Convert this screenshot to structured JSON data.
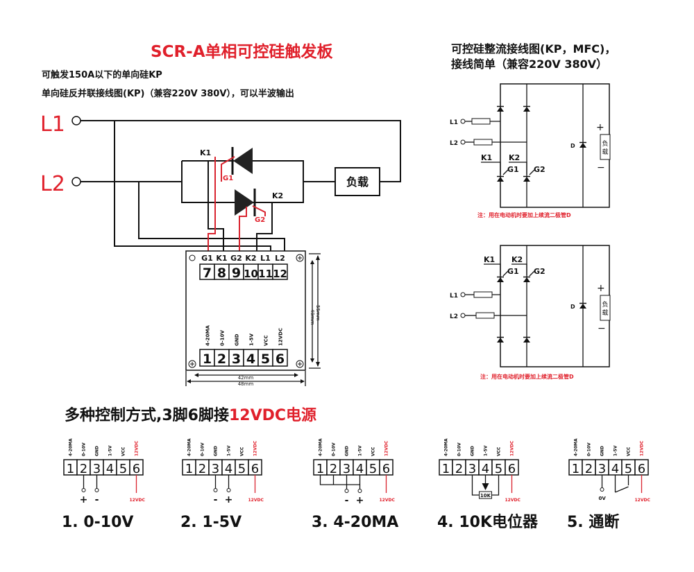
{
  "main_title": "SCR-A单相可控硅触发板",
  "subtitle_line1": "可触发150A以下的单向硅KP",
  "subtitle_line2": "单向硅反并联接线图(KP)（兼容220V 380V），可以半波输出",
  "right_title_line1": "可控硅整流接线图(KP，MFC)，",
  "right_title_line2": "接线简单（兼容220V 380V）",
  "main_circuit": {
    "l1": "L1",
    "l2": "L2",
    "load": "负载",
    "k1": "K1",
    "k2": "K2",
    "g1": "G1",
    "g2": "G2"
  },
  "board": {
    "top_labels": [
      "G1",
      "K1",
      "G2",
      "K2",
      "L1",
      "L2"
    ],
    "top_numbers": [
      "7",
      "8",
      "9",
      "10",
      "11",
      "12"
    ],
    "bottom_labels": [
      "4-20MA",
      "0-10V",
      "GND",
      "1-5V",
      "VCC",
      "12VDC"
    ],
    "bottom_numbers": [
      "1",
      "2",
      "3",
      "4",
      "5",
      "6"
    ],
    "dim_height_outer": "55mm",
    "dim_height_inner": "49mm",
    "dim_width_inner": "42mm",
    "dim_width_outer": "48mm"
  },
  "rect_diagram": {
    "l1": "L1",
    "l2": "L2",
    "k1": "K1",
    "k2": "K2",
    "g1": "G1",
    "g2": "G2",
    "d": "D",
    "plus": "+",
    "minus": "−",
    "load": "负载",
    "note": "注：用在电动机时要加上续流二极管D"
  },
  "control_title_prefix": "多种控制方式,3脚6脚接",
  "control_title_highlight": "12VDC电源",
  "control_modes": [
    {
      "caption": "1. 0-10V",
      "plus": "+",
      "minus": "-",
      "vdc": "12VDC"
    },
    {
      "caption": "2. 1-5V",
      "plus": "+",
      "minus": "-",
      "vdc": "12VDC"
    },
    {
      "caption": "3. 4-20MA",
      "plus": "+",
      "minus": "-",
      "vdc": "12VDC"
    },
    {
      "caption": "4. 10K电位器",
      "pot": "10K",
      "vdc": "12VDC"
    },
    {
      "caption": "5. 通断",
      "zero": "0V",
      "vdc": "12VDC"
    }
  ],
  "colors": {
    "red": "#e0202b",
    "black": "#111111"
  }
}
